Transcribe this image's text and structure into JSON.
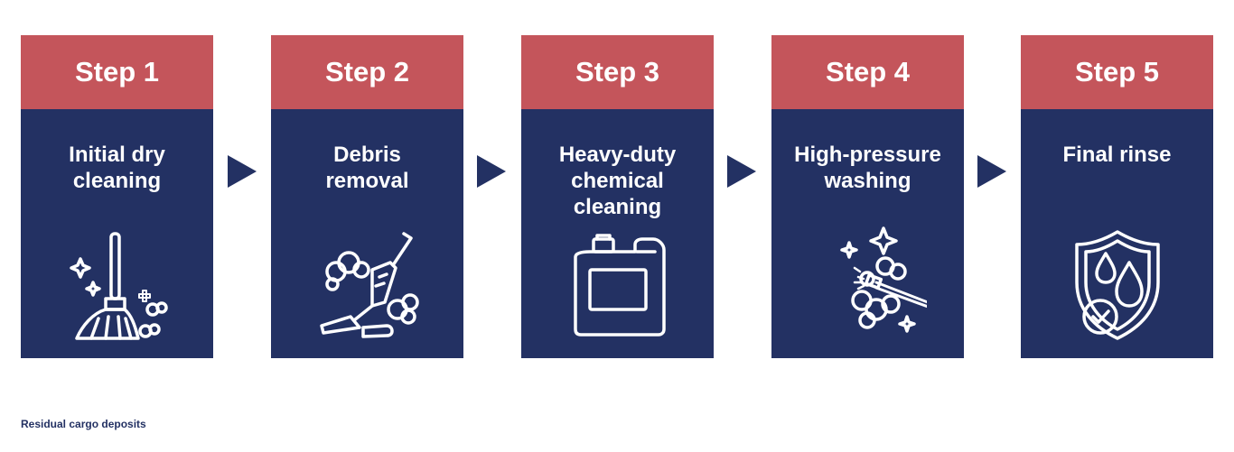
{
  "steps": [
    {
      "header": "Step 1",
      "title_lines": [
        "Initial dry",
        "cleaning"
      ],
      "icon": "broom-icon"
    },
    {
      "header": "Step 2",
      "title_lines": [
        "Debris",
        "removal"
      ],
      "icon": "vacuum-cleaner-icon"
    },
    {
      "header": "Step 3",
      "title_lines": [
        "Heavy-duty",
        "chemical",
        "cleaning"
      ],
      "icon": "chemical-canister-icon"
    },
    {
      "header": "Step 4",
      "title_lines": [
        "High-pressure",
        "washing"
      ],
      "icon": "pressure-washer-icon"
    },
    {
      "header": "Step 5",
      "title_lines": [
        "Final rinse"
      ],
      "icon": "shield-water-drop-check-icon"
    }
  ],
  "caption": "Residual cargo deposits",
  "colors": {
    "header": "#c4555b",
    "body": "#233163",
    "arrow": "#233163",
    "text": "#ffffff"
  }
}
